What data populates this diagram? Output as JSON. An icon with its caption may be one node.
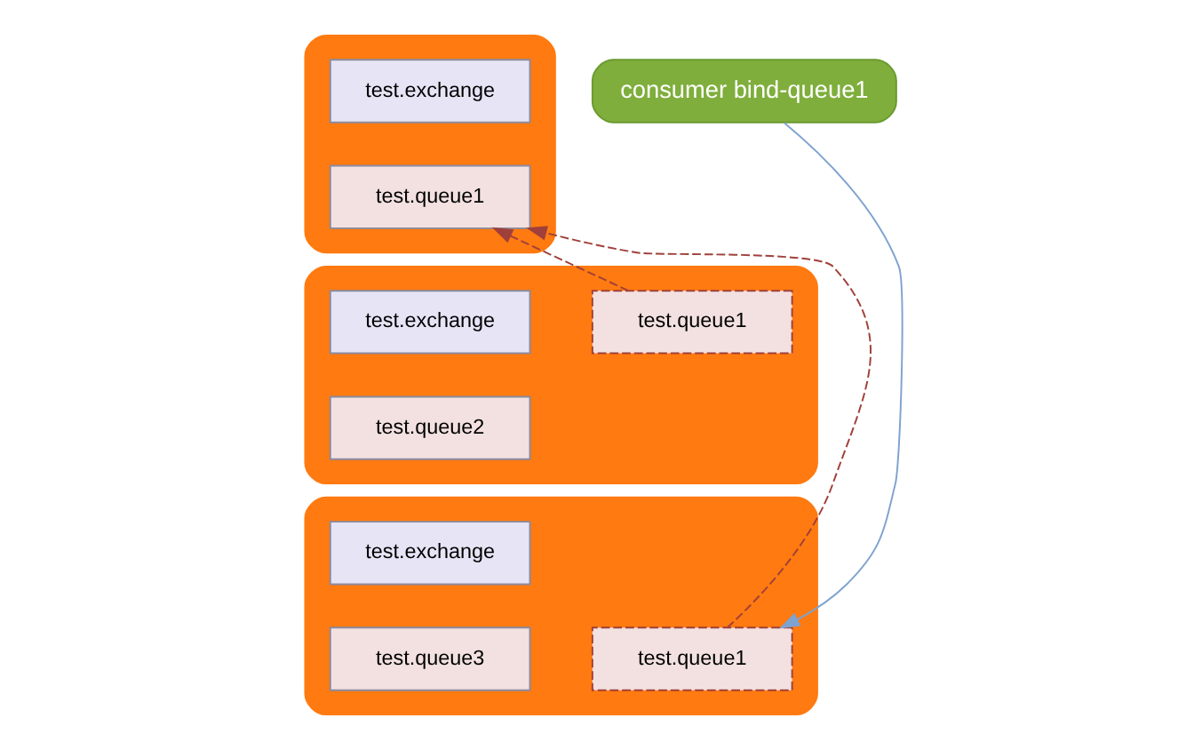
{
  "diagram": {
    "nodes": [
      {
        "text": [],
        "shape": "box"
      },
      {
        "text": [
          "test.exchange"
        ],
        "in": 0
      },
      {
        "text": [
          "test.queue1"
        ],
        "in": 0
      },
      {
        "text": [],
        "shape": "box"
      },
      {
        "text": [
          "test.exchange"
        ],
        "in": 3
      },
      {
        "text": [
          "test.queue2"
        ],
        "in": 3
      },
      {
        "text": [
          "test.queue1"
        ],
        "in": 3
      },
      {
        "text": [],
        "shape": "box"
      },
      {
        "text": [
          "test.exchange"
        ],
        "in": 7
      },
      {
        "text": [
          "test.queue3"
        ],
        "in": 7
      },
      {
        "text": [
          "test.queue1"
        ],
        "in": 7
      },
      {
        "text": [
          "consumer bind-queue1"
        ]
      }
    ],
    "edges": [
      {
        "from": 6,
        "to": 2,
        "arrow": "to",
        "style": "dashed"
      },
      {
        "from": 10,
        "to": 2,
        "arrow": "to",
        "style": "dashed"
      },
      {
        "from": 11,
        "to": 10,
        "arrow": "to",
        "color": "#7fa3d0"
      }
    ]
  }
}
